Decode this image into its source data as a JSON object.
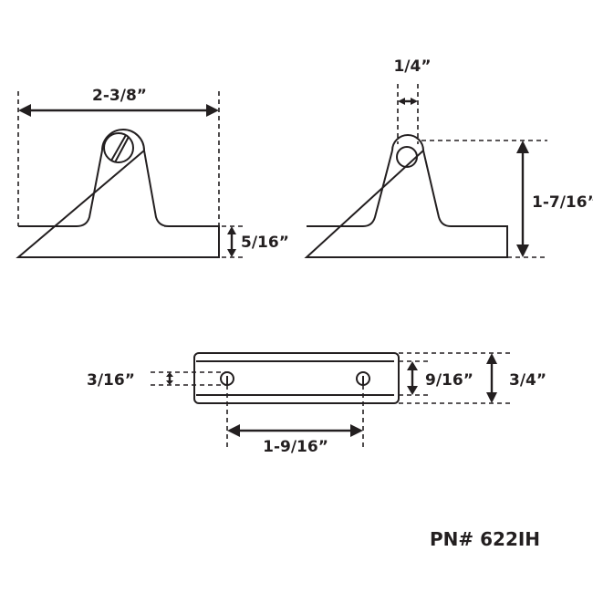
{
  "drawing": {
    "dimensions": {
      "overall_width": "2-3/8”",
      "base_thickness": "5/16”",
      "hole_diameter": "1/4”",
      "overall_height": "1-7/16”",
      "hole_slot": "3/16”",
      "hole_spacing": "1-9/16”",
      "inner_width": "9/16”",
      "base_depth": "3/4”"
    },
    "part_number": "PN# 622IH"
  }
}
